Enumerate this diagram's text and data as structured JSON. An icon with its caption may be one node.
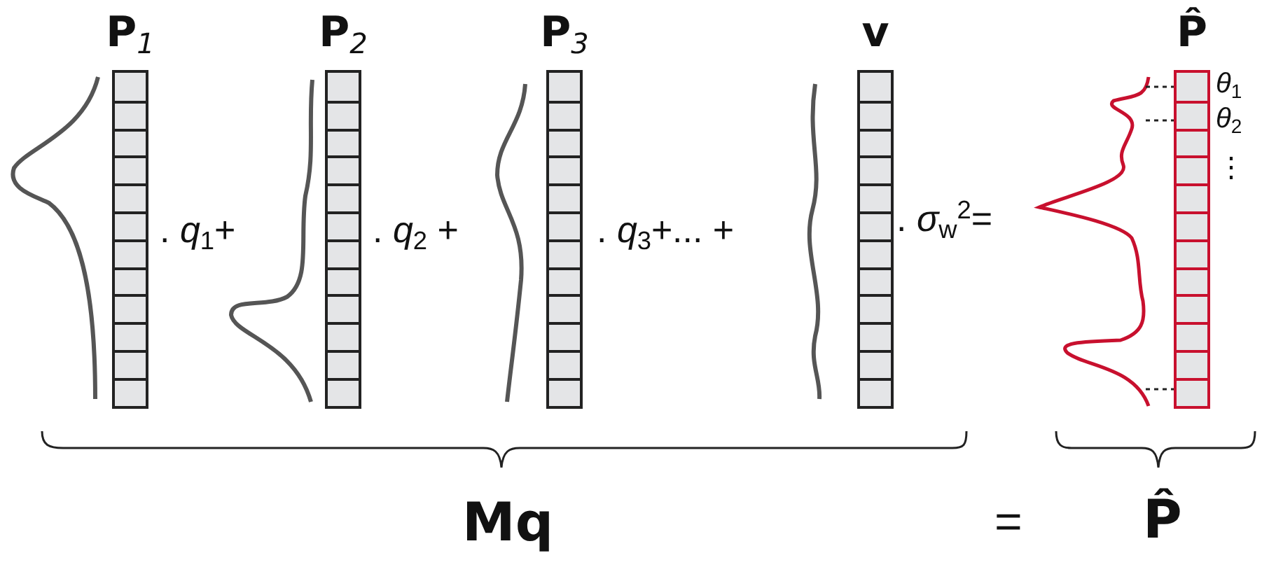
{
  "diagram": {
    "nodes": [
      {
        "text": [
          "**P**$_{1}$"
        ]
      },
      {
        "text": [
          "**P**$_{2}$"
        ]
      },
      {
        "text": [
          "**P**$_{3}$"
        ]
      },
      {
        "text": [
          "**v**"
        ]
      },
      {
        "text": [
          "**P̂**"
        ]
      }
    ],
    "labels": [
      ". *q*$_{1}$+",
      ". *q*$_{2}$ +",
      ". *q*$_{3}$+",
      "... +",
      ". *σ*$_{w}$$^{2}$=",
      "*θ*$_{1}$",
      "*θ*$_{2}$",
      "⋮",
      "Mq",
      "=",
      "P̂"
    ]
  }
}
